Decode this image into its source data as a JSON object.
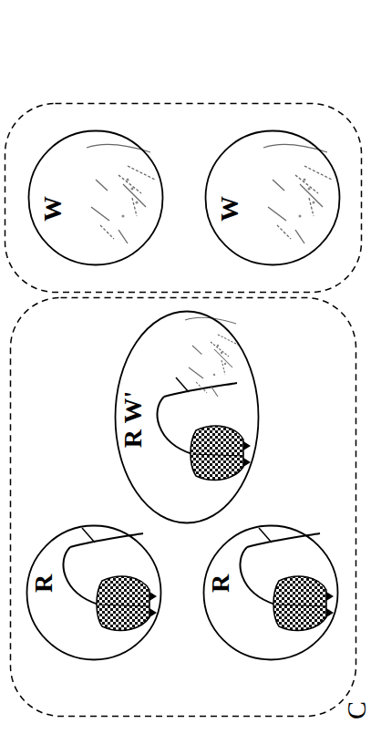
{
  "diagram": {
    "nodes": [
      {
        "text": []
      },
      {
        "text": [
          "R"
        ],
        "in": 0
      },
      {
        "text": [
          "R"
        ],
        "in": 0
      },
      {
        "text": [
          "R W'"
        ],
        "in": 0
      },
      {
        "text": []
      },
      {
        "text": [
          "W"
        ],
        "in": 4
      },
      {
        "text": [
          "W"
        ],
        "in": 4
      }
    ],
    "labels": [
      "C"
    ]
  }
}
